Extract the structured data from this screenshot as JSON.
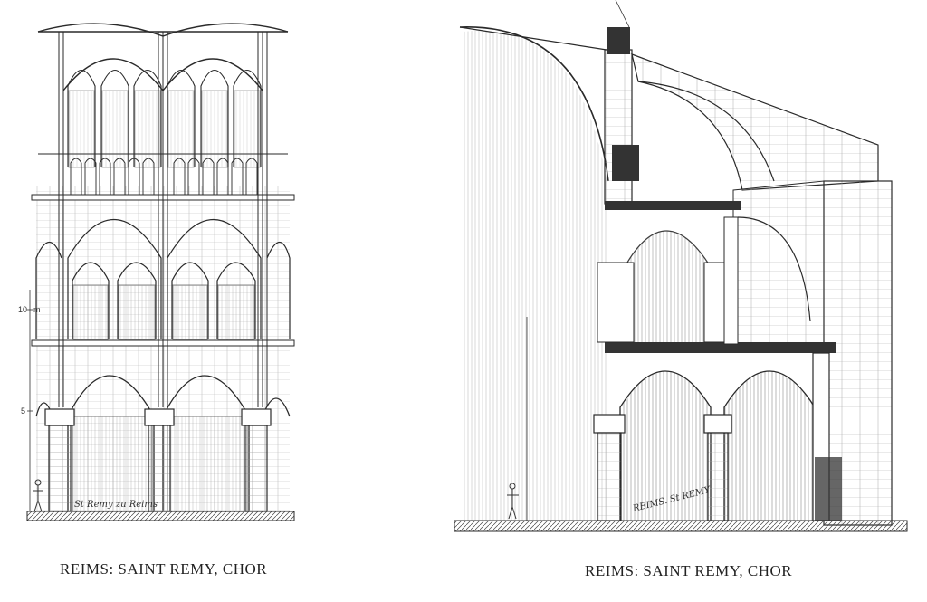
{
  "left_plate": {
    "caption": "REIMS: SAINT REMY, CHOR",
    "inscription": "St Remy zu Reims",
    "scale_marks": [
      "10",
      "m",
      "5"
    ]
  },
  "right_plate": {
    "caption": "REIMS: SAINT REMY, CHOR",
    "inscription": "REIMS. St REMY"
  },
  "colors": {
    "ink": "#2a2a2a",
    "paper": "#ffffff",
    "hatch": "#7a7a7a"
  }
}
